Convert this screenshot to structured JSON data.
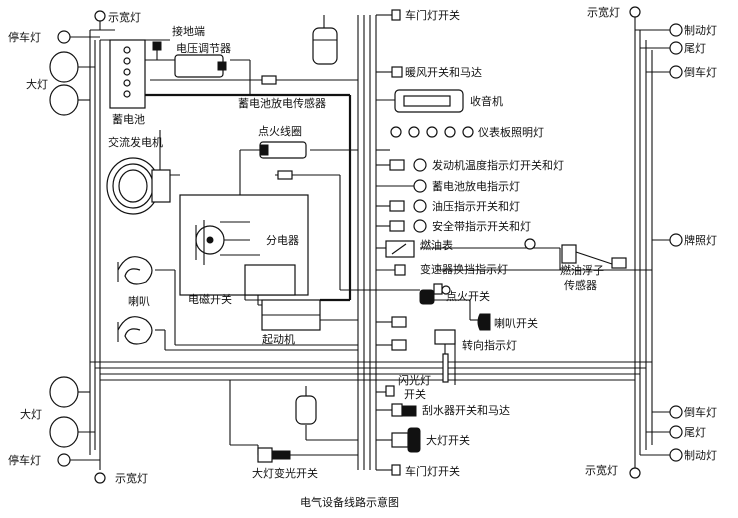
{
  "caption": "电气设备线路示意图",
  "labels": {
    "side_light_top_left": "示宽灯",
    "parking_light_top_left": "停车灯",
    "headlight_top_left": "大灯",
    "ground_terminal": "接地端",
    "voltage_regulator": "电压调节器",
    "battery": "蓄电池",
    "battery_discharge_sensor": "蓄电池放电传感器",
    "alternator": "交流发电机",
    "ignition_coil": "点火线圈",
    "distributor": "分电器",
    "horn": "喇叭",
    "solenoid_switch": "电磁开关",
    "starter": "起动机",
    "headlight_bottom_left": "大灯",
    "parking_light_bottom_left": "停车灯",
    "side_light_bottom_left": "示宽灯",
    "dimmer_switch": "大灯变光开关",
    "door_switch_top": "车门灯开关",
    "heater_switch_motor": "暖风开关和马达",
    "radio": "收音机",
    "dash_lights": "仪表板照明灯",
    "engine_temp_indicator": "发动机温度指示灯开关和灯",
    "battery_discharge_indicator": "蓄电池放电指示灯",
    "oil_pressure_indicator": "油压指示开关和灯",
    "seatbelt_indicator": "安全带指示开关和灯",
    "fuel_gauge": "燃油表",
    "transmission_indicator": "变速器换挡指示灯",
    "ignition_switch": "点火开关",
    "horn_switch": "喇叭开关",
    "turn_indicator": "转向指示灯",
    "flash_light": "闪光灯",
    "flash_switch": "开关",
    "wiper_switch_motor": "刮水器开关和马达",
    "headlight_switch": "大灯开关",
    "door_switch_bottom": "车门灯开关",
    "fuel_float_sensor": "燃油浮子",
    "fuel_float_sensor_2": "传感器",
    "side_light_top_right": "示宽灯",
    "brake_light_top_right": "制动灯",
    "tail_light_top_right": "尾灯",
    "reverse_light_top_right": "倒车灯",
    "license_light": "牌照灯",
    "reverse_light_bottom_right": "倒车灯",
    "tail_light_bottom_right": "尾灯",
    "brake_light_bottom_right": "制动灯",
    "side_light_bottom_right": "示宽灯"
  }
}
